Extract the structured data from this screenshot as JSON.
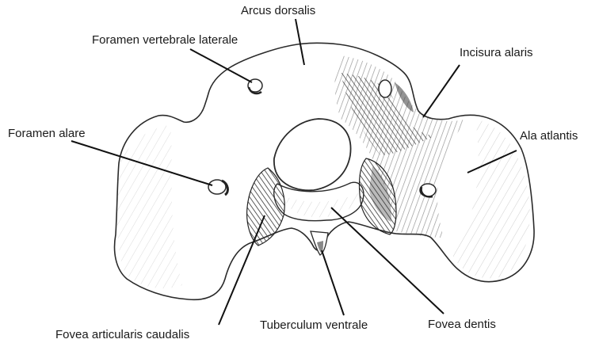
{
  "figure": {
    "labels": {
      "arcus_dorsalis": "Arcus dorsalis",
      "foramen_vertebrale_laterale": "Foramen vertebrale laterale",
      "incisura_alaris": "Incisura alaris",
      "foramen_alare": "Foramen alare",
      "ala_atlantis": "Ala atlantis",
      "fovea_articularis_caudalis": "Fovea articularis caudalis",
      "tuberculum_ventrale": "Tuberculum ventrale",
      "fovea_dentis": "Fovea dentis"
    },
    "colors": {
      "line": "#111111",
      "shading": "#3a3a3a",
      "background": "#ffffff"
    }
  }
}
